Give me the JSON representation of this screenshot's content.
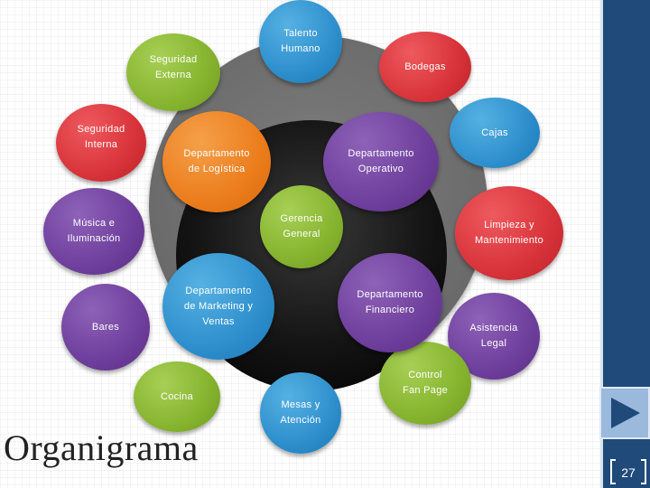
{
  "slide": {
    "title": "Organigrama",
    "page_number": "27"
  },
  "nodes": {
    "talento_humano": "Talento Humano",
    "seguridad_externa": "Seguridad Externa",
    "bodegas": "Bodegas",
    "seguridad_interna": "Seguridad Interna",
    "cajas": "Cajas",
    "depto_logistica": "Departamento de Logística",
    "depto_operativo": "Departamento Operativo",
    "musica_iluminacion": "Música e Iluminación",
    "gerencia_general": "Gerencia General",
    "limpieza_mantenimiento": "Limpieza y Mantenimiento",
    "depto_marketing": "Departamento de Marketing y Ventas",
    "depto_financiero": "Departamento Financiero",
    "bares": "Bares",
    "asistencia_legal": "Asistencia Legal",
    "control_fan_page": "Control Fan Page",
    "cocina": "Cocina",
    "mesas_atencion": "Mesas y Atención"
  },
  "icons": {
    "next_slide": "play-triangle-icon"
  },
  "colors": {
    "purple": "#6e3f9c",
    "orange": "#ec7d1c",
    "blue": "#2e8fcd",
    "green": "#86b42f",
    "red": "#d8333a",
    "sidebar": "#1f4a7a"
  }
}
